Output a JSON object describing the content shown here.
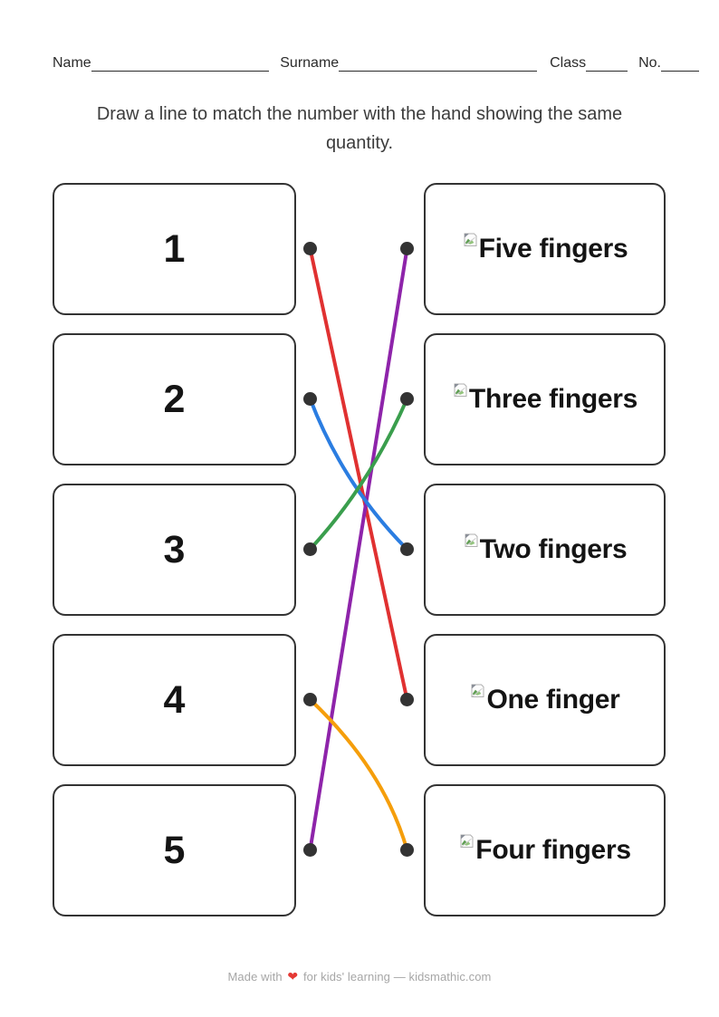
{
  "header": {
    "name_label": "Name",
    "surname_label": "Surname",
    "class_label": "Class",
    "no_label": "No."
  },
  "instruction": "Draw a line to match the number with the hand showing the same quantity.",
  "left_items": [
    {
      "label": "1"
    },
    {
      "label": "2"
    },
    {
      "label": "3"
    },
    {
      "label": "4"
    },
    {
      "label": "5"
    }
  ],
  "right_items": [
    {
      "label": "Five fingers",
      "icon": "broken-image-icon"
    },
    {
      "label": "Three fingers",
      "icon": "broken-image-icon"
    },
    {
      "label": "Two fingers",
      "icon": "broken-image-icon"
    },
    {
      "label": "One finger",
      "icon": "broken-image-icon"
    },
    {
      "label": "Four fingers",
      "icon": "broken-image-icon"
    }
  ],
  "connections": [
    {
      "from": {
        "side": "left",
        "row": 0
      },
      "to": {
        "side": "right",
        "row": 3
      },
      "color": "red",
      "bow": [
        0,
        0
      ]
    },
    {
      "from": {
        "side": "right",
        "row": 0
      },
      "to": {
        "side": "left",
        "row": 4
      },
      "color": "purple",
      "bow": [
        0,
        0
      ]
    },
    {
      "from": {
        "side": "left",
        "row": 1
      },
      "to": {
        "side": "right",
        "row": 2
      },
      "color": "blue",
      "bow": [
        -17,
        12
      ]
    },
    {
      "from": {
        "side": "right",
        "row": 1
      },
      "to": {
        "side": "left",
        "row": 2
      },
      "color": "green",
      "bow": [
        12,
        12
      ]
    },
    {
      "from": {
        "side": "left",
        "row": 3
      },
      "to": {
        "side": "right",
        "row": 4
      },
      "color": "orange",
      "bow": [
        28,
        -6
      ]
    }
  ],
  "colors": {
    "red": "#e03131",
    "purple": "#8e24aa",
    "blue": "#2b7de1",
    "green": "#3a9e4d",
    "orange": "#f59e0b",
    "dot": "#333333",
    "box_border": "#333333",
    "heart": "#e53935"
  },
  "footer": {
    "made_with": "Made with",
    "heart": "❤",
    "rest": "for kids' learning — kidsmathic.com"
  }
}
